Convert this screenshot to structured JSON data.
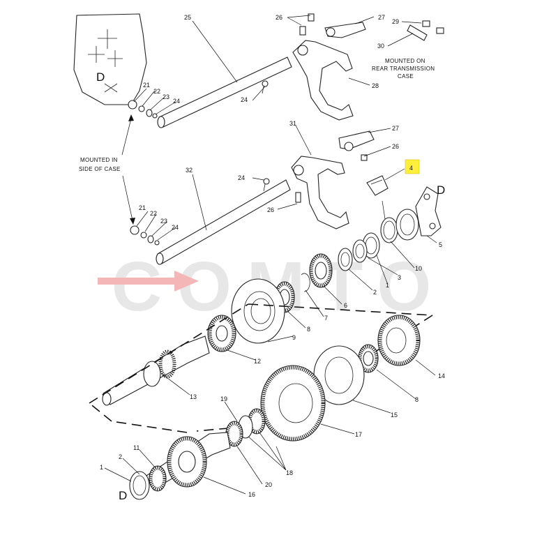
{
  "watermark": {
    "text": "COMTO",
    "color": "#e7e7e7",
    "arrow_color": "#f4b6b6"
  },
  "highlight_color": "#ffef3a",
  "notes": {
    "side_case": [
      "MOUNTED IN",
      "SIDE OF CASE"
    ],
    "rear_case": [
      "MOUNTED ON",
      "REAR TRANSMISSION",
      "CASE"
    ]
  },
  "view_markers": {
    "d": "D"
  },
  "callouts": {
    "c1a": "1",
    "c1b": "1",
    "c2a": "2",
    "c2b": "2",
    "c3": "3",
    "c4": "4",
    "c5": "5",
    "c6": "6",
    "c7": "7",
    "c8a": "8",
    "c8b": "8",
    "c9": "9",
    "c10": "10",
    "c11": "11",
    "c12": "12",
    "c13": "13",
    "c14": "14",
    "c15": "15",
    "c16": "16",
    "c17": "17",
    "c18": "18",
    "c19": "19",
    "c20": "20",
    "c21a": "21",
    "c21b": "21",
    "c22a": "22",
    "c22b": "22",
    "c23a": "23",
    "c23b": "23",
    "c24a": "24",
    "c24b": "24",
    "c24c": "24",
    "c24d": "24",
    "c25": "25",
    "c26a": "26",
    "c26b": "26",
    "c26c": "26",
    "c27a": "27",
    "c27b": "27",
    "c28": "28",
    "c29": "29",
    "c30": "30",
    "c31": "31",
    "c32": "32"
  }
}
